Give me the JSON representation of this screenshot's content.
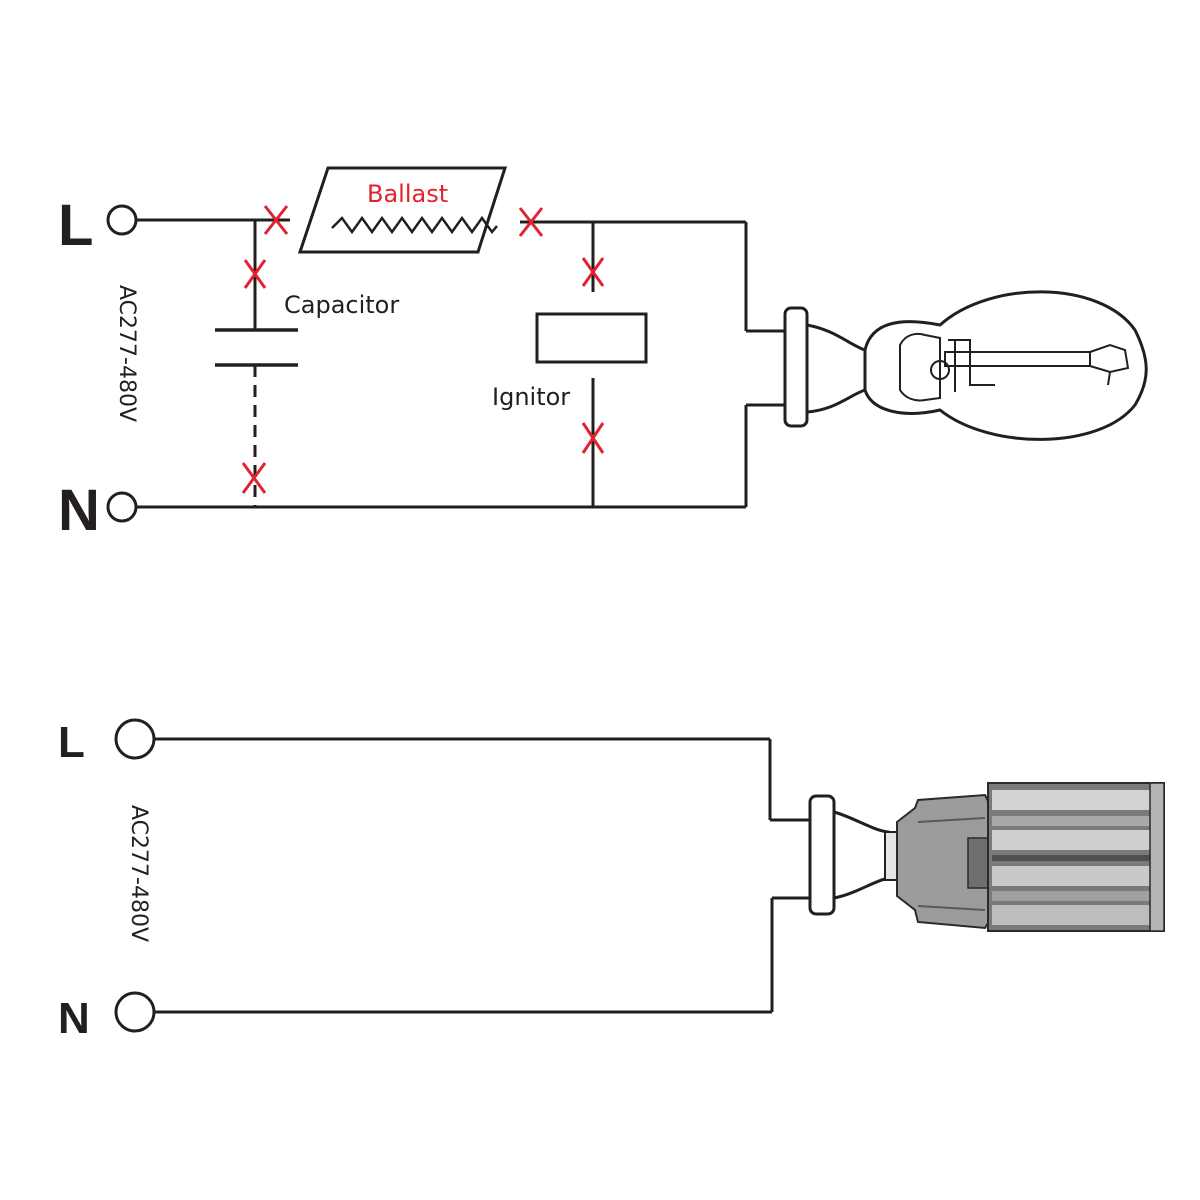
{
  "top_circuit": {
    "live_label": "L",
    "neutral_label": "N",
    "voltage_label": "AC277-480V",
    "ballast_label": "Ballast",
    "capacitor_label": "Capacitor",
    "ignitor_label": "Ignitor"
  },
  "bottom_circuit": {
    "live_label": "L",
    "neutral_label": "N",
    "voltage_label": "AC277-480V"
  },
  "colors": {
    "line": "#231f20",
    "cut_mark": "#e0242f"
  }
}
